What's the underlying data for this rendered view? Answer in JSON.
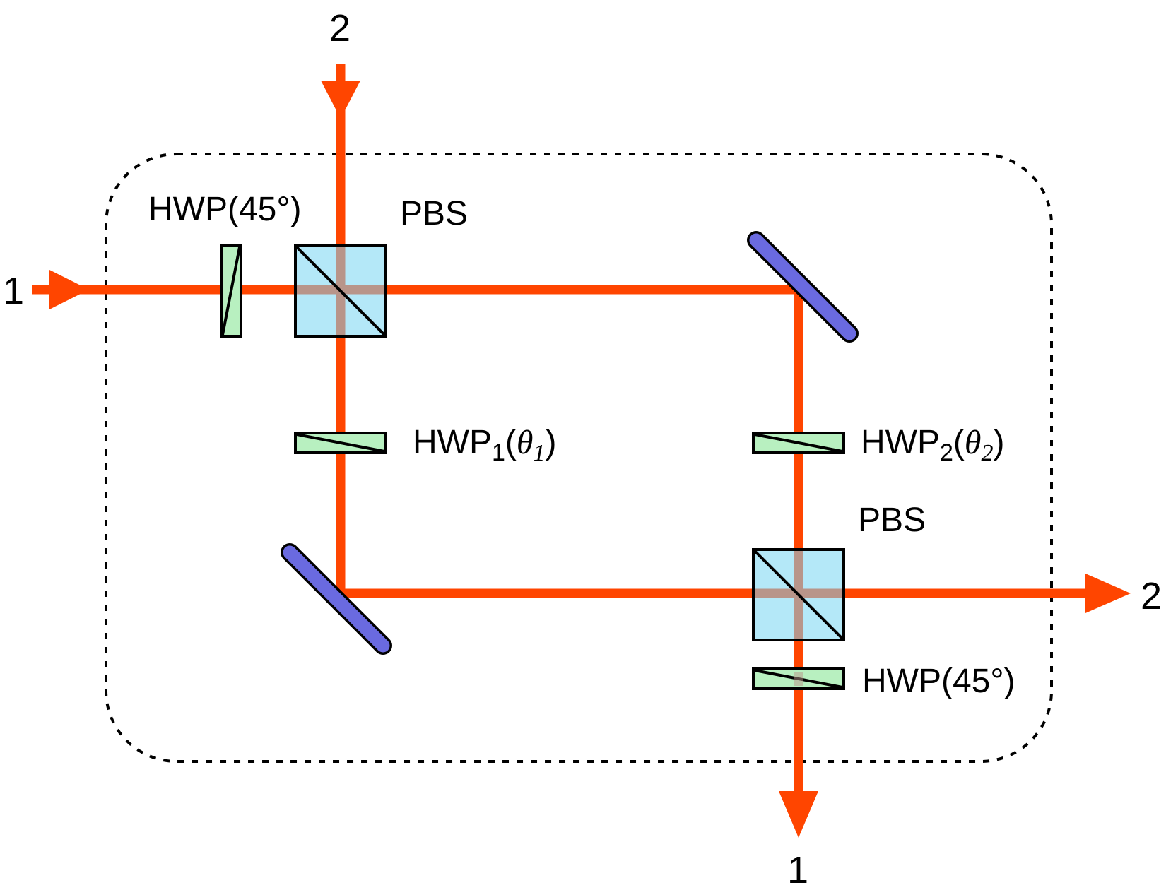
{
  "colors": {
    "beam": "#ff4500",
    "beam_in_cube": "#b8958a",
    "cube_fill": "#b4e8f8",
    "waveplate_fill": "#b8f0c0",
    "mirror_fill": "#6a6ae0",
    "outline": "#000000",
    "enclosure": "#000000"
  },
  "ports": {
    "input_left": "1",
    "input_top": "2",
    "output_right": "2",
    "output_bottom": "1"
  },
  "labels": {
    "hwp_in": "HWP(45°)",
    "pbs_top": "PBS",
    "hwp1_main": "HWP",
    "hwp1_sub": "1",
    "hwp1_open": "(",
    "hwp1_theta": "θ",
    "hwp1_theta_sub": "1",
    "hwp1_close": ")",
    "hwp2_main": "HWP",
    "hwp2_sub": "2",
    "hwp2_open": "(",
    "hwp2_theta": "θ",
    "hwp2_theta_sub": "2",
    "hwp2_close": ")",
    "pbs_bottom": "PBS",
    "hwp_out": "HWP(45°)"
  }
}
